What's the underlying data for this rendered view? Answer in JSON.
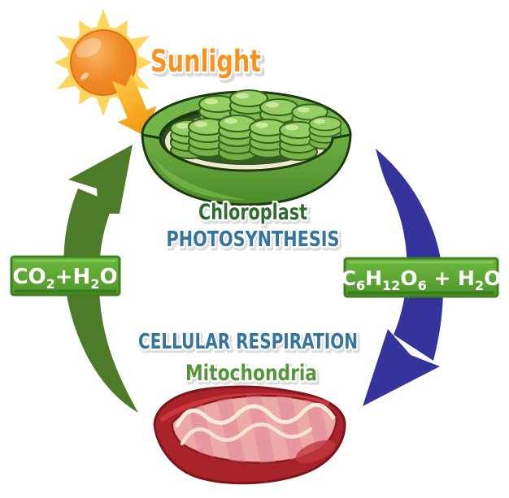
{
  "diagram": {
    "sunlight_label": "Sunlight",
    "chloroplast_label": "Chloroplast",
    "photosynthesis_label": "PHOTOSYNTHESIS",
    "cellular_respiration_label": "CELLULAR RESPIRATION",
    "mitochondria_label": "Mitochondria"
  },
  "banners": {
    "left": {
      "formula": "CO2+H2O",
      "parts": [
        "CO",
        "2",
        "+H",
        "2",
        "O"
      ]
    },
    "right": {
      "formula": "C6H12O6 + H2O",
      "parts": [
        "C",
        "6",
        "H",
        "12",
        "O",
        "6",
        " + H",
        "2",
        "O"
      ]
    }
  },
  "colors": {
    "sunlight_text": "#f6941f",
    "heading_blue": "#35749c",
    "chloroplast_text": "#2d6b31",
    "mitochondria_text": "#55953a",
    "green_arrow": "#4e7b28",
    "blue_arrow": "#34349c",
    "banner_green": "#5aa735",
    "sun_orange": "#ee8420",
    "ray_yellow": "#fdd45c",
    "mitochondria_red": "#a8232a"
  }
}
